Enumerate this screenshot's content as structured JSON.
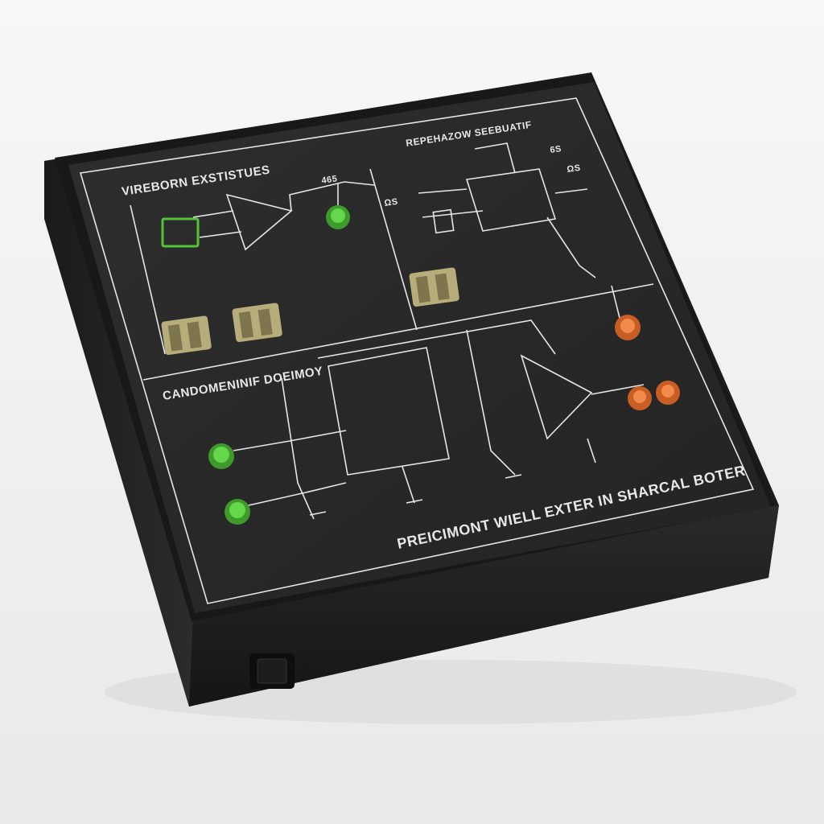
{
  "panel": {
    "section_labels": {
      "top_left": "VIREBORN EXSTISTUES",
      "top_right": "REPEHAZOW SEEBUATIF",
      "bottom_left": "CANDOMENINIF DOEIMOY",
      "footer": "PREICIMONT WIELL EXTER IN SHARCAL BOTER"
    },
    "component_labels": [
      "465",
      "6S",
      "ΩS",
      "ΩS"
    ],
    "jacks": [
      {
        "color": "green",
        "hex": "#52c43a"
      },
      {
        "color": "green",
        "hex": "#52c43a"
      },
      {
        "color": "green",
        "hex": "#52c43a"
      },
      {
        "color": "orange",
        "hex": "#ee7a3a"
      },
      {
        "color": "orange",
        "hex": "#ee7a3a"
      },
      {
        "color": "orange",
        "hex": "#ee7a3a"
      }
    ]
  },
  "colors": {
    "case": "#1e1e1e",
    "panel": "#2a2a2a",
    "print": "#e6e6e6",
    "background": "#f2f2f2",
    "switch": "#b7ad7a"
  }
}
